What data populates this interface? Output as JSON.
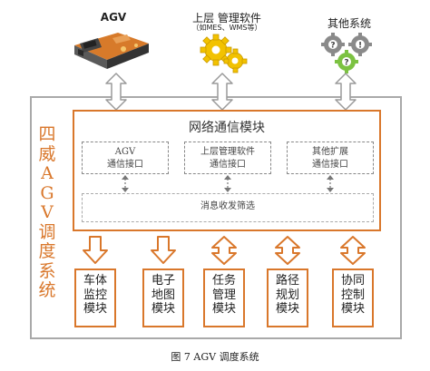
{
  "top_systems": [
    {
      "label": "AGV",
      "icon": "agv-vehicle-icon"
    },
    {
      "label": "上层 管理软件",
      "sublabel": "（如MES、WMS等）",
      "icon": "gears-icon"
    },
    {
      "label": "其他系统",
      "icon": "system-gears-icon"
    }
  ],
  "system_title_chars": [
    "四",
    "威",
    "A",
    "G",
    "V",
    "调",
    "度",
    "系",
    "统"
  ],
  "network": {
    "title": "网络通信模块",
    "interfaces": [
      {
        "line1": "AGV",
        "line2": "通信接口"
      },
      {
        "line1": "上层管理软件",
        "line2": "通信接口"
      },
      {
        "line1": "其他扩展",
        "line2": "通信接口"
      }
    ],
    "message_bar": "消息收发筛选"
  },
  "modules": [
    {
      "line1": "车体",
      "line2": "监控",
      "line3": "模块",
      "arrow": "down"
    },
    {
      "line1": "电子",
      "line2": "地图",
      "line3": "模块",
      "arrow": "down"
    },
    {
      "line1": "任务",
      "line2": "管理",
      "line3": "模块",
      "arrow": "both"
    },
    {
      "line1": "路径",
      "line2": "规划",
      "line3": "模块",
      "arrow": "both"
    },
    {
      "line1": "协同",
      "line2": "控制",
      "line3": "模块",
      "arrow": "both"
    }
  ],
  "caption": "图 7 AGV 调度系统",
  "colors": {
    "accent": "#d9772b",
    "border_gray": "#a9a9a9",
    "arrow_gray": "#9a9a9a",
    "gear_yellow": "#f2c200",
    "gear_green": "#7cc242"
  }
}
